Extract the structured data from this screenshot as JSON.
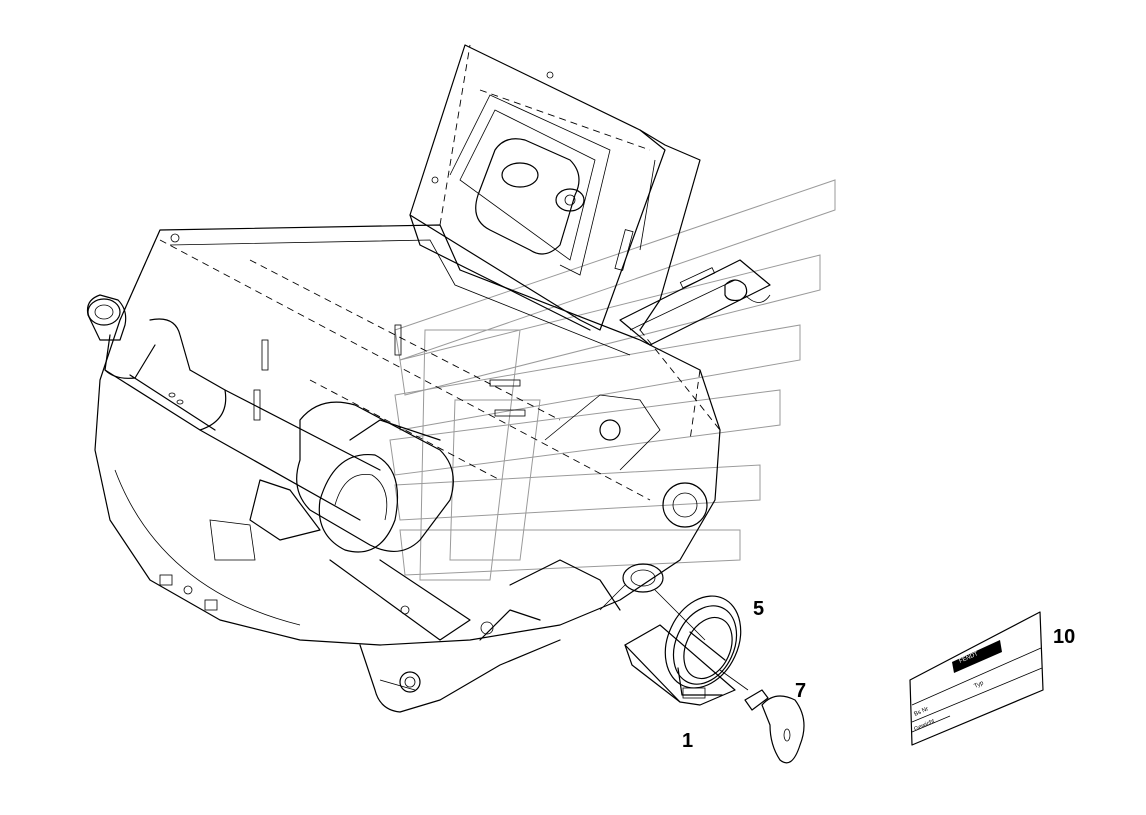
{
  "callouts": {
    "c1": "1",
    "c5": "5",
    "c7": "7",
    "c10": "10"
  },
  "nameplate": {
    "brand": "FENDT",
    "line_a": "Typ",
    "line_b": "Bs Nr",
    "line_c": "Gewicht"
  },
  "colors": {
    "line": "#000000",
    "background": "#ffffff",
    "watermark": "#9a9a9a"
  }
}
